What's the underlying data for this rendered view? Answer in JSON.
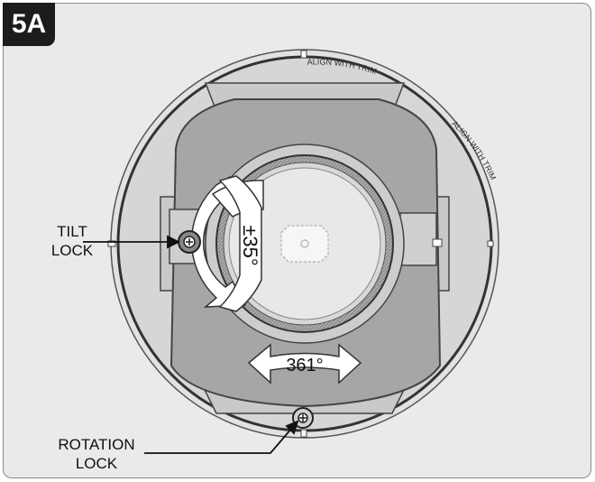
{
  "step_label": "5A",
  "callouts": {
    "tilt_lock_line1": "TILT",
    "tilt_lock_line2": "LOCK",
    "rotation_lock_line1": "ROTATION",
    "rotation_lock_line2": "LOCK"
  },
  "dials": {
    "tilt_range": "±35°",
    "rotation_range": "361°"
  },
  "ring_text": {
    "align_top": "ALIGN WITH TRIM",
    "align_right": "ALIGN WITH TRIM"
  },
  "colors": {
    "panel_bg": "#eaeaea",
    "housing": "#a6a6a6",
    "lens_ring": "#7a7a7a",
    "lens": "#e6e6e6",
    "badge": "#1c1c1c"
  }
}
